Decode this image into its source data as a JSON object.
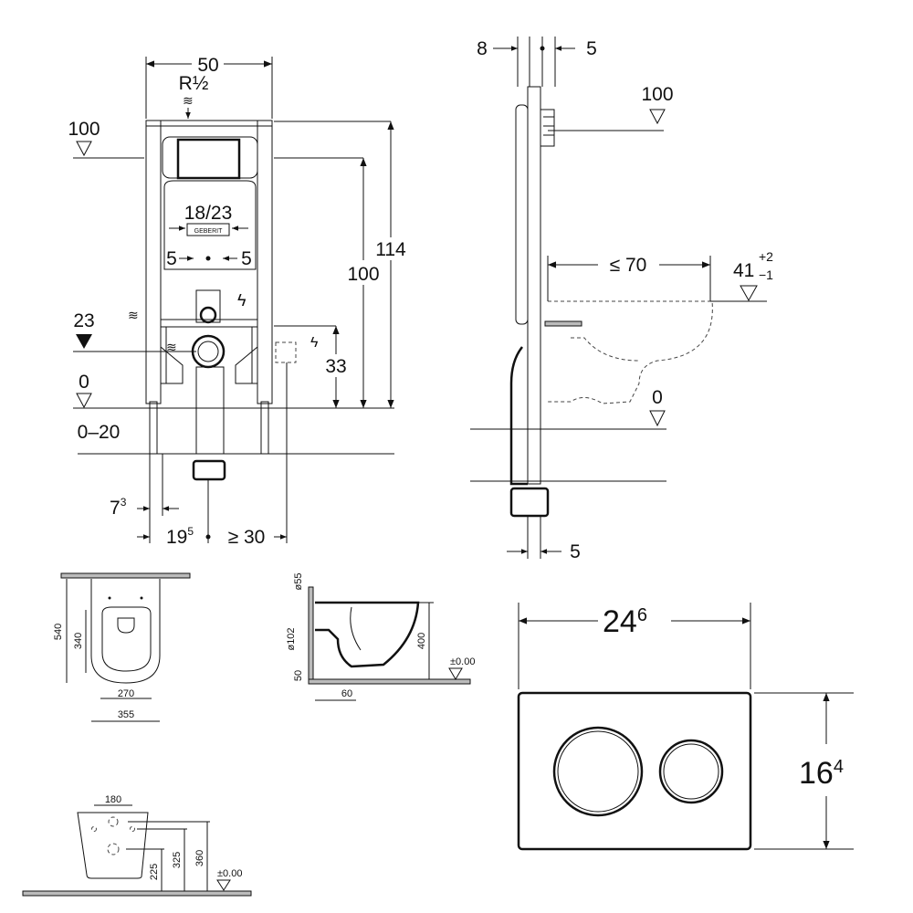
{
  "front_view": {
    "width": "50",
    "water_connection": "R½",
    "level_top": "100",
    "level_23": "23",
    "level_zero": "0",
    "floor_range": "0–20",
    "tank_width": "18/23",
    "offset_left": "5",
    "offset_right": "5",
    "height_total": "114",
    "height_plate": "100",
    "height_power": "33",
    "leg_offset": "7",
    "leg_offset_sup": "3",
    "drain_offset": "19",
    "drain_offset_sup": "5",
    "power_offset": "≥ 30",
    "brand": "GEBERIT"
  },
  "side_view": {
    "depth_front": "8",
    "depth_back": "5",
    "level_top": "100",
    "projection": "≤ 70",
    "bowl_height": "41",
    "bowl_tol_plus": "+2",
    "bowl_tol_minus": "−1",
    "level_zero": "0",
    "drain_width": "5"
  },
  "bowl_top_view": {
    "length": "540",
    "seat_length": "340",
    "seat_width": "270",
    "width": "355"
  },
  "bowl_side_view": {
    "inlet": "ø55",
    "outlet": "ø102",
    "bottom_gap": "50",
    "wall_gap": "60",
    "height": "400",
    "level": "±0.00"
  },
  "bowl_back_view": {
    "bolt_spacing": "180",
    "outlet_height": "225",
    "bolt_low": "325",
    "bolt_high": "360",
    "level": "±0.00"
  },
  "flush_plate": {
    "width": "24",
    "width_sup": "6",
    "height": "16",
    "height_sup": "4"
  }
}
